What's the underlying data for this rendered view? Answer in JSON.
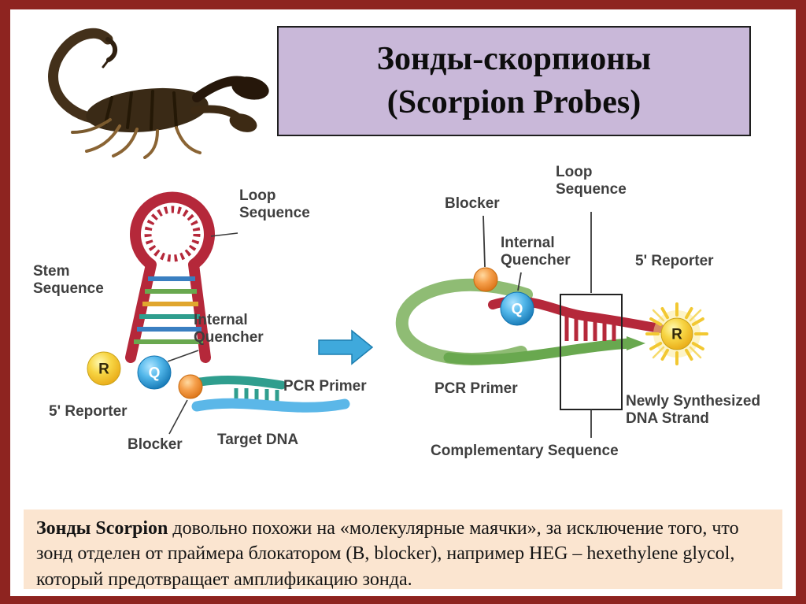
{
  "title": {
    "line1": "Зонды-скорпионы",
    "line2": "(Scorpion Probes)"
  },
  "diagram": {
    "left": {
      "loop_sequence": "Loop\nSequence",
      "stem_sequence": "Stem\nSequence",
      "internal_quencher": "Internal\nQuencher",
      "reporter_label": "5' Reporter",
      "blocker_label": "Blocker",
      "pcr_primer": "PCR Primer",
      "target_dna": "Target DNA",
      "reporter_letter": "R",
      "quencher_letter": "Q"
    },
    "right": {
      "blocker_label": "Blocker",
      "loop_sequence": "Loop\nSequence",
      "internal_quencher": "Internal\nQuencher",
      "reporter_label": "5' Reporter",
      "pcr_primer": "PCR Primer",
      "newly_synthesized": "Newly Synthesized\nDNA Strand",
      "complementary": "Complementary Sequence",
      "reporter_letter": "R",
      "quencher_letter": "Q"
    }
  },
  "footer": {
    "bold": "Зонды Scorpion",
    "rest": " довольно похожи на «молекулярные маячки», за исключение того, что зонд отделен от праймера блокатором (B, blocker), например HEG – hexethylene glycol, который предотвращает амплификацию зонда."
  },
  "colors": {
    "frame": "#8e2420",
    "title_bg": "#c9b8d9",
    "footer_bg": "#fbe5d0",
    "probe_red": "#b5283a",
    "primer_teal": "#2f9e8e",
    "target_dna_blue": "#5bb7e8",
    "arrow_blue": "#3fa9dc",
    "loop_green": "#8fbc74",
    "new_strand_green": "#69a84f",
    "reporter_yellow": "#f7d544",
    "quencher_blue": "#52b7ea",
    "blocker_orange": "#f59f4b"
  }
}
